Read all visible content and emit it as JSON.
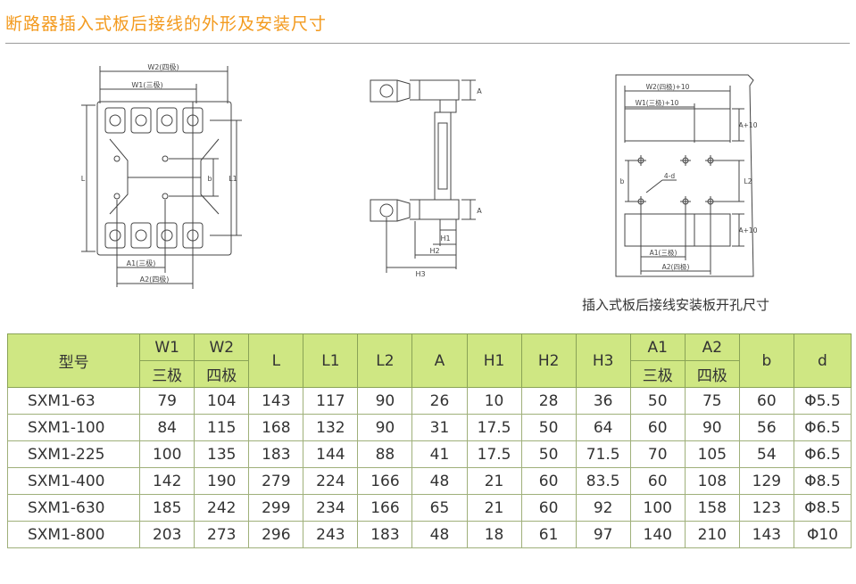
{
  "page": {
    "title": "断路器插入式板后接线的外形及安装尺寸",
    "accent_color": "#f39a1e",
    "header_fill": "#cfe783"
  },
  "drawing1": {
    "w2_label": "W2(四极)",
    "w1_label": "W1(三极)",
    "l_label": "L",
    "l1_label": "L1",
    "b_label": "b",
    "a1_label": "A1(三极)",
    "a2_label": "A2(四极)"
  },
  "drawing2": {
    "a_label_top": "A",
    "a_label_bottom": "A",
    "h1_label": "H1",
    "h2_label": "H2",
    "h3_label": "H3"
  },
  "drawing3": {
    "w2_label": "W2(四极)+10",
    "w1_label": "W1(三极)+10",
    "a10_top_label": "A+10",
    "a10_bottom_label": "A+10",
    "l2_label": "L2",
    "b_label": "b",
    "hole_label": "4-d",
    "a1_label": "A1(三极)",
    "a2_label": "A2(四极)",
    "caption": "插入式板后接线安装板开孔尺寸"
  },
  "table": {
    "headers": {
      "model": "型号",
      "w1": "W1",
      "w2": "W2",
      "l": "L",
      "l1": "L1",
      "l2": "L2",
      "a": "A",
      "h1": "H1",
      "h2": "H2",
      "h3": "H3",
      "a1": "A1",
      "a2": "A2",
      "b": "b",
      "d": "d"
    },
    "subheaders": {
      "w1": "三极",
      "w2": "四极",
      "a1": "三极",
      "a2": "四极"
    },
    "rows": [
      [
        "SXM1-63",
        "79",
        "104",
        "143",
        "117",
        "90",
        "26",
        "10",
        "28",
        "36",
        "50",
        "75",
        "60",
        "Φ5.5"
      ],
      [
        "SXM1-100",
        "84",
        "115",
        "168",
        "132",
        "90",
        "31",
        "17.5",
        "50",
        "64",
        "60",
        "90",
        "56",
        "Φ6.5"
      ],
      [
        "SXM1-225",
        "100",
        "135",
        "183",
        "144",
        "88",
        "41",
        "17.5",
        "50",
        "71.5",
        "70",
        "105",
        "54",
        "Φ6.5"
      ],
      [
        "SXM1-400",
        "142",
        "190",
        "279",
        "224",
        "166",
        "48",
        "21",
        "60",
        "83.5",
        "60",
        "108",
        "129",
        "Φ8.5"
      ],
      [
        "SXM1-630",
        "185",
        "242",
        "299",
        "234",
        "166",
        "65",
        "21",
        "60",
        "92",
        "100",
        "158",
        "123",
        "Φ8.5"
      ],
      [
        "SXM1-800",
        "203",
        "273",
        "296",
        "243",
        "183",
        "48",
        "18",
        "61",
        "97",
        "140",
        "210",
        "143",
        "Φ10"
      ]
    ]
  }
}
